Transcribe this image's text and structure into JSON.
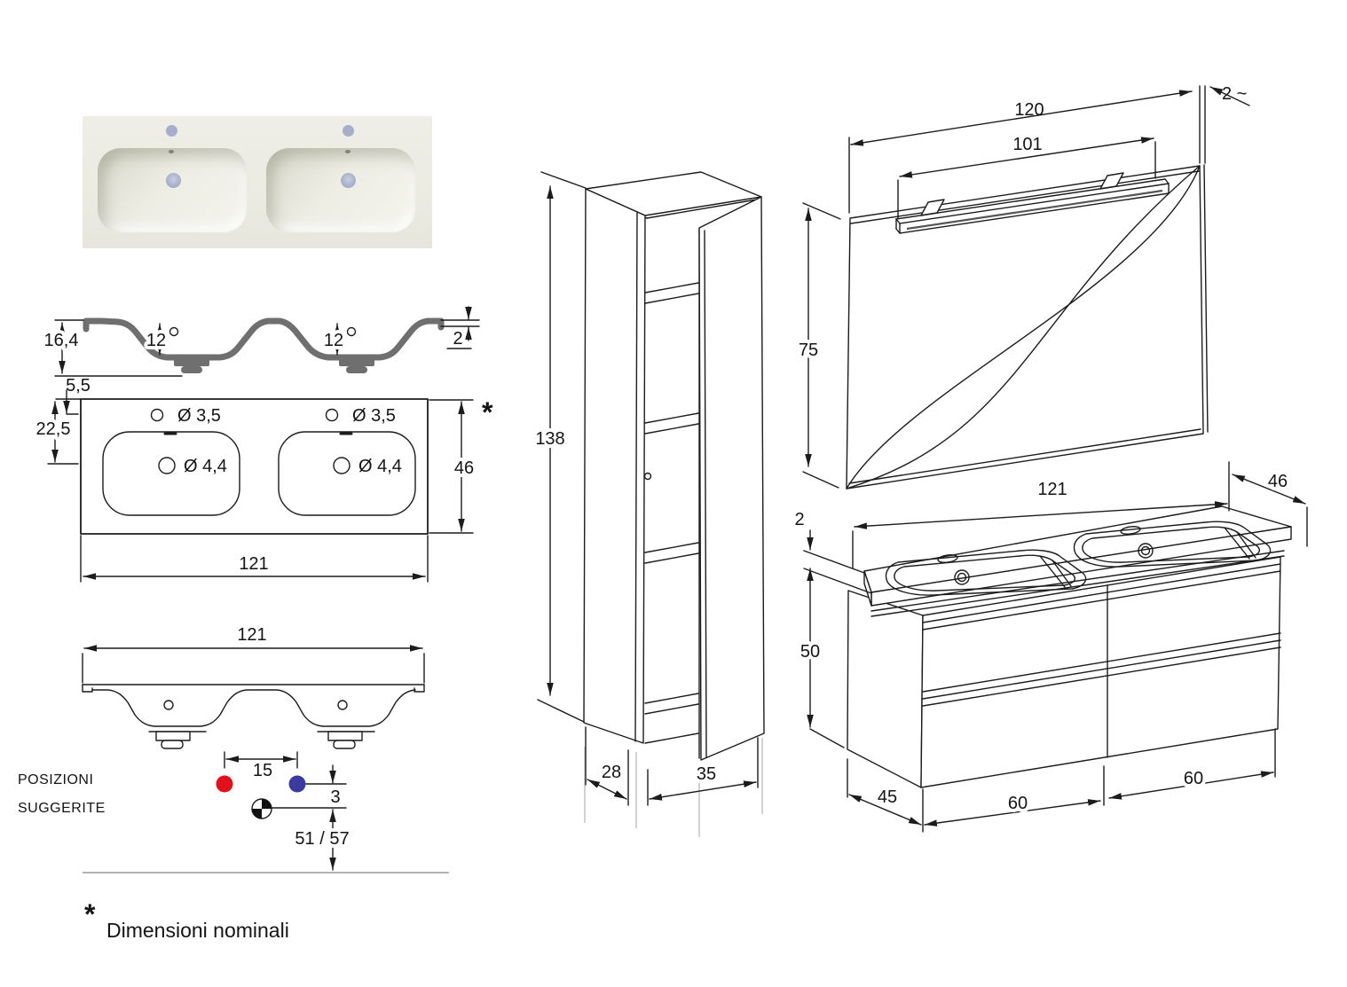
{
  "colors": {
    "line": "#1c1c1c",
    "section_fill": "#6f6f6f",
    "red_dot": "#e0111c",
    "blue_dot": "#3b3b9d",
    "photo_bg": "#ebebe2",
    "hole_dot": "#a6aec9",
    "drain_dot": "#aab3cd"
  },
  "photo": {
    "name": "double-washbasin-top-render"
  },
  "section_view": {
    "overall_height": "16,4",
    "basin_depth_left": "12",
    "basin_depth_right": "12",
    "edge_thickness": "2"
  },
  "plan_view": {
    "hole_offset": "5,5",
    "hole_row_offset": "22,5",
    "hole_top_left": "Ø 3,5",
    "hole_top_right": "Ø 3,5",
    "hole_mid_left": "Ø 4,4",
    "hole_mid_right": "Ø 4,4",
    "depth": "46",
    "width": "121",
    "asterisk": "*"
  },
  "front_view": {
    "width": "121",
    "drain_spacing": "15",
    "drop": "3",
    "height_range": "51 / 57",
    "caption_line1": "POSIZIONI",
    "caption_line2": "SUGGERITE"
  },
  "column_view": {
    "height": "138",
    "depth": "28",
    "width": "35"
  },
  "mirror_view": {
    "width": "120",
    "lamp_width": "101",
    "height": "75",
    "thickness": "2 ~"
  },
  "vanity_view": {
    "width": "121",
    "depth": "46",
    "top_thickness": "2",
    "height": "50",
    "bottom_depth": "45",
    "left_module": "60",
    "right_module": "60"
  },
  "footnote": {
    "asterisk": "*",
    "text": "Dimensioni nominali"
  }
}
